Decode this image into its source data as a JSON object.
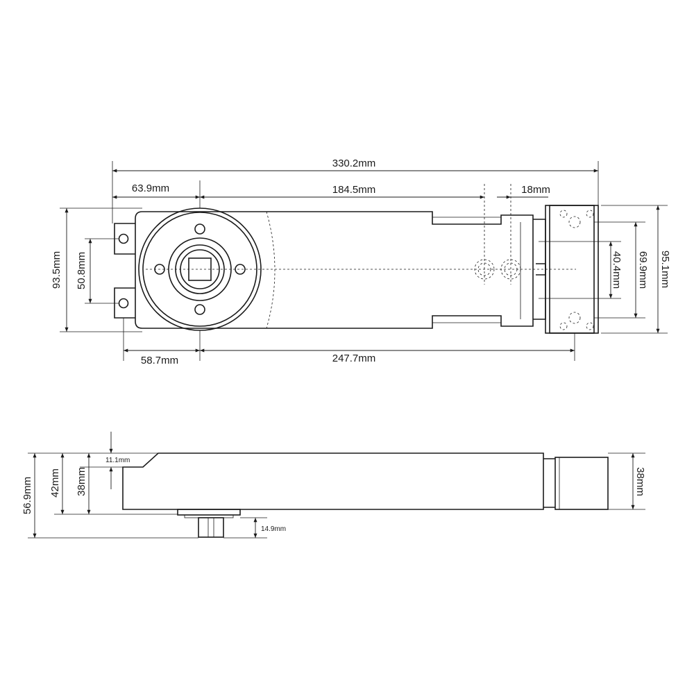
{
  "top_view": {
    "dimensions": {
      "overall_length": "330.2mm",
      "flange_to_axis": "63.9mm",
      "axis_to_holes": "184.5mm",
      "hole_to_end": "18mm",
      "body_width": "93.5mm",
      "bolt_spacing": "50.8mm",
      "bracket_inner": "40.4mm",
      "bracket_mid": "69.9mm",
      "bracket_outer": "95.1mm",
      "tab_to_axis": "58.7mm",
      "axis_to_bracket": "247.7mm"
    }
  },
  "side_view": {
    "dimensions": {
      "total_height": "56.9mm",
      "body_height": "42mm",
      "inner_height": "38mm",
      "chamfer": "11.1mm",
      "spindle": "14.9mm",
      "end_block": "38mm"
    }
  }
}
